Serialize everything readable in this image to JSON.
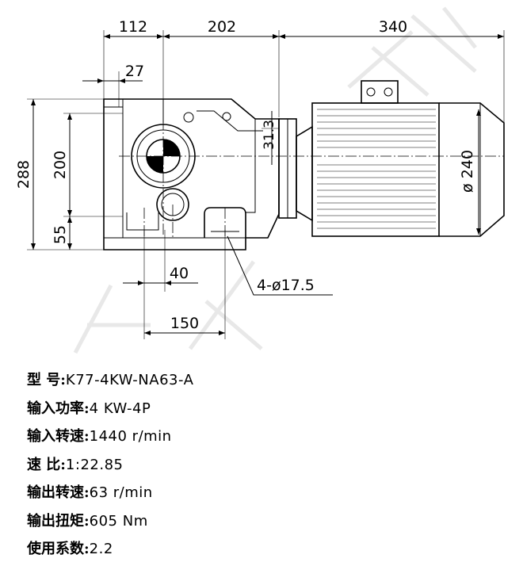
{
  "dimensions": {
    "top_left_width": "112",
    "top_mid_width": "202",
    "top_right_width": "340",
    "offset_27": "27",
    "height_total": "288",
    "height_200": "200",
    "height_55": "55",
    "flange_313": "31.3",
    "motor_diameter": "ø 240",
    "foot_offset": "40",
    "foot_spacing": "150",
    "holes": "4-ø17.5"
  },
  "specs": [
    {
      "label": "型  号:",
      "value": "K77-4KW-NA63-A"
    },
    {
      "label": "输入功率:",
      "value": "4  KW-4P"
    },
    {
      "label": "输入转速:",
      "value": "1440  r/min"
    },
    {
      "label": "速  比:",
      "value": "1:22.85"
    },
    {
      "label": "输出转速:",
      "value": "63  r/min"
    },
    {
      "label": "输出扭矩:",
      "value": "605  Nm"
    },
    {
      "label": "使用系数:",
      "value": "2.2"
    }
  ]
}
